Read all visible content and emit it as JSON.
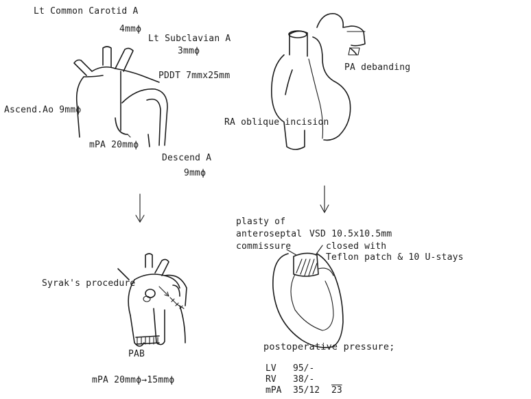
{
  "panels": {
    "preop": {
      "labels": {
        "lt_common_carotid": "Lt Common  Carotid A",
        "carotid_size": "4mmϕ",
        "lt_subclavian": "Lt Subclavian A",
        "subclavian_size": "3mmϕ",
        "pddt": "PDDT 7mmx25mm",
        "ascend_ao": "Ascend.Ao 9mmϕ",
        "mpa": "mPA  20mmϕ",
        "descend_a": "Descend A",
        "descend_size": "9mmϕ"
      }
    },
    "heart_external": {
      "labels": {
        "pa_debanding": "PA debanding",
        "ra_incision": "RA oblique incision"
      }
    },
    "syrak": {
      "labels": {
        "syrak_procedure": "Syrak's procedure",
        "pab": "PAB",
        "mpa_change": "mPA 20mmϕ→15mmϕ"
      }
    },
    "vsd": {
      "labels": {
        "plasty_of": "plasty of",
        "anteroseptal": "anteroseptal",
        "commissure": "commissure",
        "vsd_size": "VSD 10.5x10.5mm",
        "closed_with": "closed with",
        "teflon_patch": "Teflon patch & 10 U-stays"
      }
    }
  },
  "postop": {
    "heading": "postoperative pressure;",
    "rows": [
      {
        "key": "LV",
        "value": "95/-",
        "mean": ""
      },
      {
        "key": "RV",
        "value": "38/-",
        "mean": ""
      },
      {
        "key": "mPA",
        "value": "35/12",
        "mean": "23"
      }
    ]
  }
}
